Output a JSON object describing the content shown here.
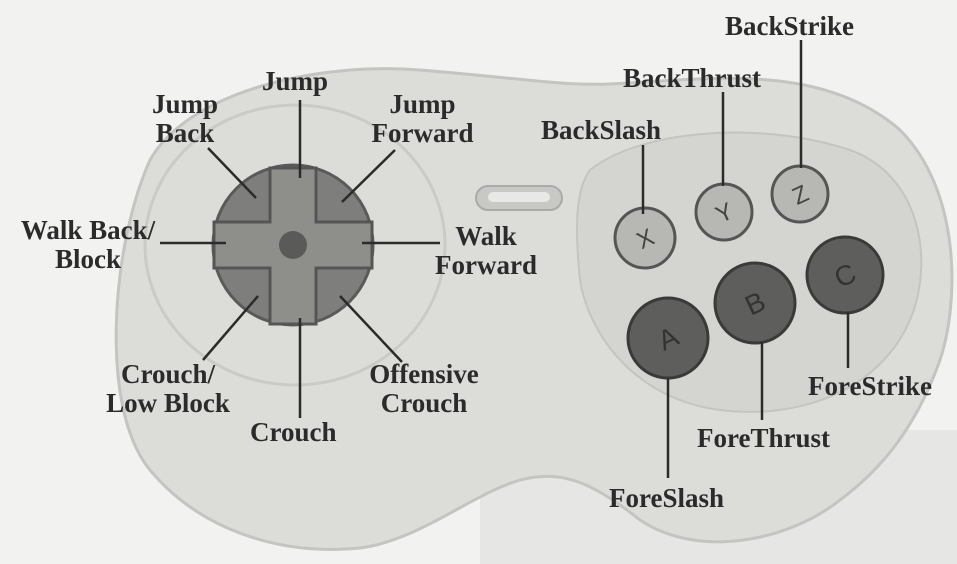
{
  "labels": {
    "jump": "Jump",
    "jump_back": [
      "Jump",
      "Back"
    ],
    "jump_forward": [
      "Jump",
      "Forward"
    ],
    "walk_back": [
      "Walk Back/",
      "Block"
    ],
    "walk_forward": [
      "Walk",
      "Forward"
    ],
    "crouch_block": [
      "Crouch/",
      "Low Block"
    ],
    "crouch": "Crouch",
    "offensive_crouch": [
      "Offensive",
      "Crouch"
    ],
    "back_slash": "BackSlash",
    "back_thrust": "BackThrust",
    "back_strike": "BackStrike",
    "fore_slash": "ForeSlash",
    "fore_thrust": "ForeThrust",
    "fore_strike": "ForeStrike"
  },
  "buttons": {
    "a": "A",
    "b": "B",
    "c": "C",
    "x": "X",
    "y": "Y",
    "z": "Z"
  },
  "colors": {
    "controller_body": "#d9d9d6",
    "dpad": "#8a8a87",
    "light_button": "#b9b9b5",
    "dark_button": "#666664",
    "line": "#2b2b2b"
  }
}
